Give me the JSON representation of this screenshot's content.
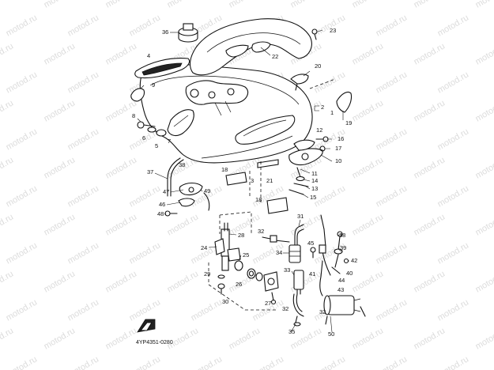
{
  "watermark": {
    "text": "motod.ru",
    "color": "#dcdcdc"
  },
  "diagram_code": "4YP4351-0280",
  "callouts": {
    "n1": "1",
    "n2": "2",
    "n3": "3",
    "n4": "4",
    "n5": "5",
    "n6": "6",
    "n7": "7",
    "n8": "8",
    "n9": "9",
    "n10": "10",
    "n11": "11",
    "n12": "12",
    "n13": "13",
    "n14": "14",
    "n15": "15",
    "n16": "16",
    "n17": "17",
    "n18": "18",
    "n19": "19",
    "n20": "20",
    "n21": "21",
    "n22": "22",
    "n23": "23",
    "n24": "24",
    "n25": "25",
    "n26": "26",
    "n27": "27",
    "n28": "28",
    "n29": "29",
    "n30": "30",
    "n31": "31",
    "n32": "32",
    "n33": "33",
    "n34": "34",
    "n35": "35",
    "n36": "36",
    "n37": "37",
    "n38": "38",
    "n39": "39",
    "n40": "40",
    "n41": "41",
    "n42": "42",
    "n43": "43",
    "n44": "44",
    "n45": "45",
    "n46": "46",
    "n47": "47",
    "n48": "48",
    "n49": "49",
    "n50": "50"
  },
  "colors": {
    "line": "#111111",
    "background": "#ffffff"
  },
  "icons": {
    "front_arrow": "front-direction-arrow-icon"
  }
}
